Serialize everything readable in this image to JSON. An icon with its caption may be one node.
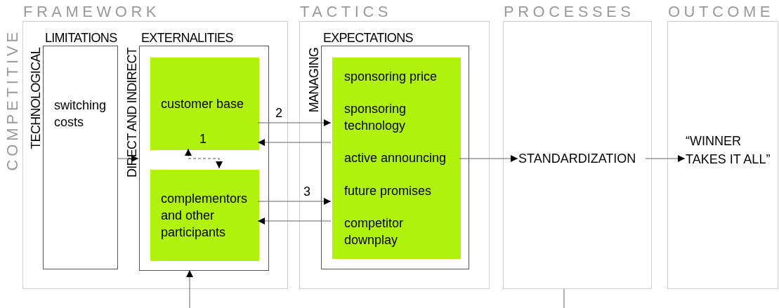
{
  "diagram": {
    "nodes": [
      {
        "text": [
          "FRAMEWORK",
          "COMPETITIVE"
        ]
      },
      {
        "text": [
          "LIMITATIONS",
          "TECHNOLOGICAL",
          "switching costs"
        ],
        "in": 0
      },
      {
        "text": [
          "EXTERNALITIES",
          "DIRECT AND INDIRECT"
        ],
        "in": 0
      },
      {
        "text": [
          "customer base"
        ],
        "in": 2
      },
      {
        "text": [
          "complementors and other participants"
        ],
        "in": 2
      },
      {
        "text": [
          "TACTICS"
        ]
      },
      {
        "text": [
          "EXPECTATIONS",
          "MANAGING"
        ],
        "in": 5
      },
      {
        "text": [
          "sponsoring price",
          "sponsoring technology",
          "active announcing",
          "future promises",
          "competitor downplay"
        ],
        "in": 6
      },
      {
        "text": [
          "PROCESSES"
        ]
      },
      {
        "text": [
          "STANDARDIZATION"
        ],
        "in": 8
      },
      {
        "text": [
          "OUTCOME"
        ]
      },
      {
        "text": [
          "“WINNER TAKES IT ALL”"
        ],
        "in": 10
      }
    ],
    "edges": [
      {
        "from": 1,
        "to": 2,
        "arrow": "to"
      },
      {
        "from": 3,
        "to": 4,
        "arrow": "both",
        "label": "1",
        "style": "dashed"
      },
      {
        "from": 3,
        "to": 7,
        "arrow": "to",
        "label": "2"
      },
      {
        "from": 7,
        "to": 3,
        "arrow": "to"
      },
      {
        "from": 4,
        "to": 7,
        "arrow": "to",
        "label": "3"
      },
      {
        "from": 7,
        "to": 4,
        "arrow": "to"
      },
      {
        "from": 7,
        "to": 9,
        "arrow": "to"
      },
      {
        "from": 9,
        "to": 11,
        "arrow": "to"
      },
      {
        "from": null,
        "to": 2,
        "arrow": "to"
      },
      {
        "from": null,
        "to": 8,
        "arrow": "none"
      }
    ]
  }
}
